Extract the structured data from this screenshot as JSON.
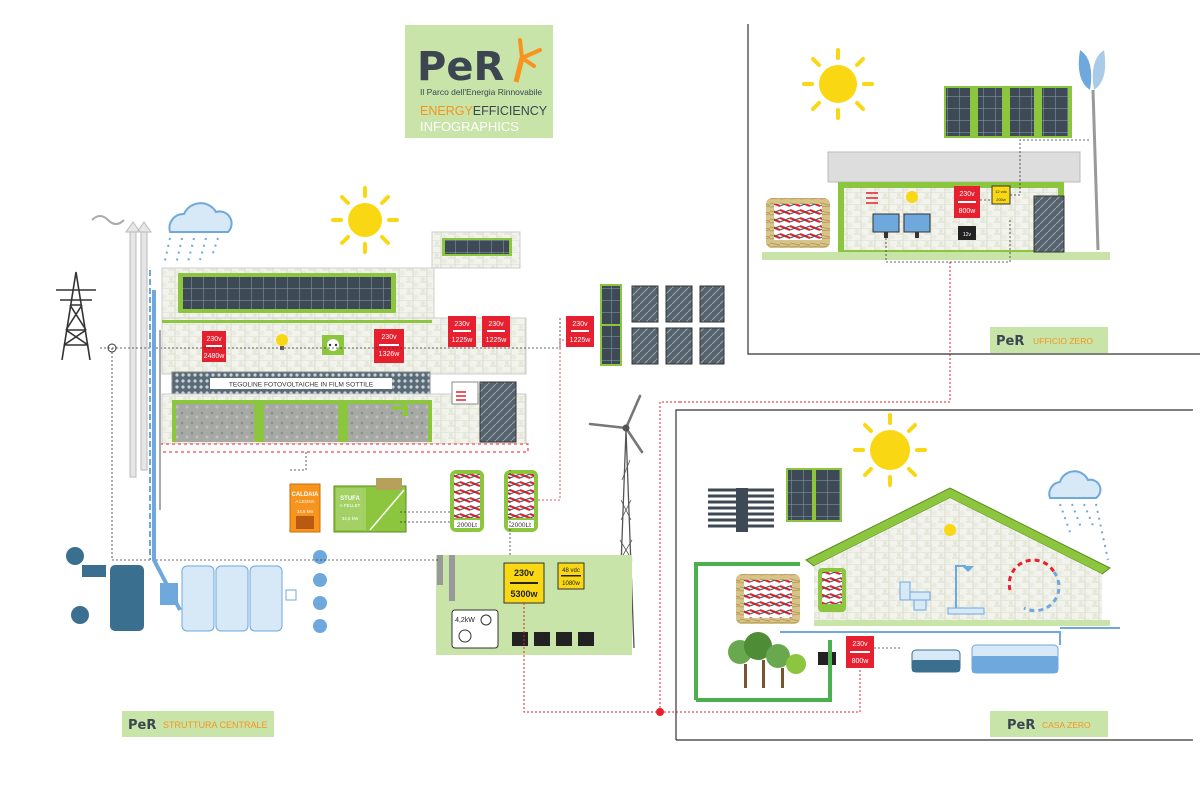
{
  "header": {
    "logo_text": "PeR",
    "subtitle": "Il Parco dell'Energia Rinnovabile",
    "tag_energy": "ENERGY",
    "tag_efficiency": "EFFICIENCY",
    "tag_infographics": "INFOGRAPHICS"
  },
  "colors": {
    "green_accent": "#8cc63f",
    "light_green": "#c9e4a8",
    "red_inverter": "#e6202e",
    "orange_accent": "#f7941d",
    "yellow_sun": "#f9d813",
    "blue_water": "#6fa8dc",
    "dark_panel": "#3d4a55"
  },
  "central": {
    "panel_label": "STRUTTURA CENTRALE",
    "film_label": "TEGOLINE FOTOVOLTAICHE IN FILM SOTTILE",
    "inverters": [
      {
        "v": "230v",
        "w": "2480w"
      },
      {
        "v": "230v",
        "w": "1326w"
      },
      {
        "v": "230v",
        "w": "1225w"
      },
      {
        "v": "230v",
        "w": "1225w"
      },
      {
        "v": "230v",
        "w": "1225w"
      }
    ],
    "caldaia_title": "CALDAIA",
    "caldaia_sub": "A LEGNA",
    "caldaia_kw": "34,5 kW",
    "stufa_title": "STUFA",
    "stufa_sub": "A PELLET",
    "stufa_kw": "34,5 kW",
    "tank1": "2000Lt",
    "tank2": "2000Lt",
    "main_inverter_v": "230v",
    "main_inverter_w": "5300w",
    "dc_v": "48 vdc",
    "dc_w": "1080w",
    "generator": "4,2kW"
  },
  "office": {
    "panel_label": "UFFICIO ZERO",
    "inv_v": "230v",
    "inv_w": "800w",
    "ctrl_top": "12 vdc",
    "ctrl_bot": "200w",
    "battery": "12v"
  },
  "house": {
    "panel_label": "CASA ZERO",
    "inv_v": "230v",
    "inv_w": "800w"
  }
}
